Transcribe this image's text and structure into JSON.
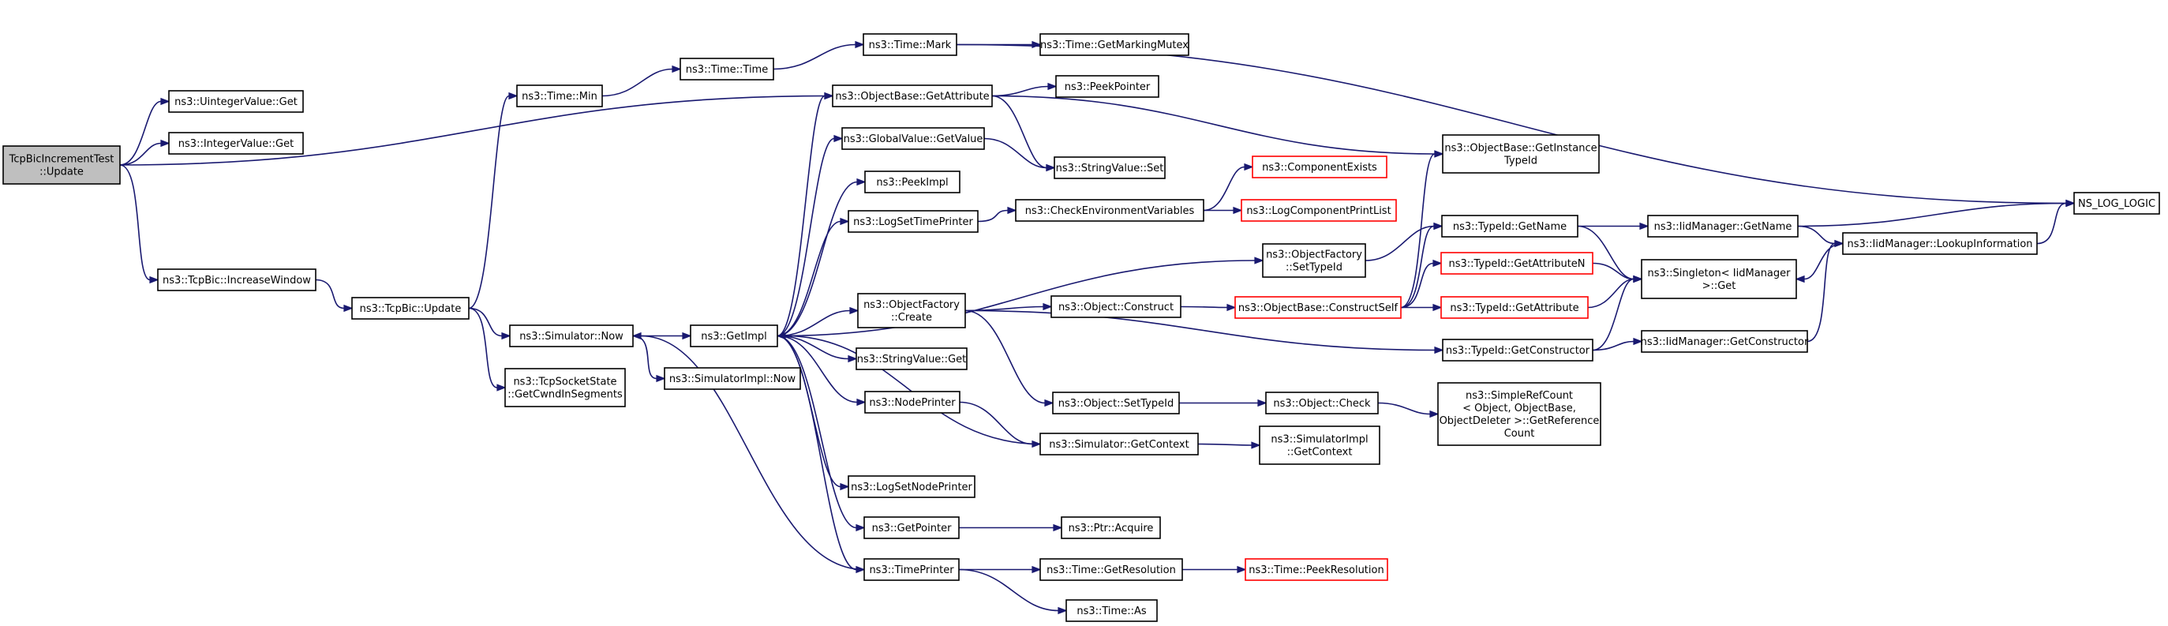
{
  "colors": {
    "edge": "#191970",
    "node_border": "#000000",
    "node_border_truncated": "#ff0000",
    "root_fill": "#bfbfbf",
    "node_fill": "#ffffff"
  },
  "nodes": [
    {
      "id": "root",
      "lines": [
        "TcpBicIncrementTest",
        "::Update"
      ],
      "style": "root"
    },
    {
      "id": "uintget",
      "lines": [
        "ns3::UintegerValue::Get"
      ]
    },
    {
      "id": "intget",
      "lines": [
        "ns3::IntegerValue::Get"
      ]
    },
    {
      "id": "incwin",
      "lines": [
        "ns3::TcpBic::IncreaseWindow"
      ]
    },
    {
      "id": "bicupd",
      "lines": [
        "ns3::TcpBic::Update"
      ]
    },
    {
      "id": "timemin",
      "lines": [
        "ns3::Time::Min"
      ]
    },
    {
      "id": "timetime",
      "lines": [
        "ns3::Time::Time"
      ]
    },
    {
      "id": "timemark",
      "lines": [
        "ns3::Time::Mark"
      ]
    },
    {
      "id": "getmarkmutex",
      "lines": [
        "ns3::Time::GetMarkingMutex"
      ]
    },
    {
      "id": "objgetattr",
      "lines": [
        "ns3::ObjectBase::GetAttribute"
      ]
    },
    {
      "id": "peekptr",
      "lines": [
        "ns3::PeekPointer"
      ]
    },
    {
      "id": "globalget",
      "lines": [
        "ns3::GlobalValue::GetValue"
      ]
    },
    {
      "id": "strset",
      "lines": [
        "ns3::StringValue::Set"
      ]
    },
    {
      "id": "peekimpl",
      "lines": [
        "ns3::PeekImpl"
      ]
    },
    {
      "id": "logsettp",
      "lines": [
        "ns3::LogSetTimePrinter"
      ]
    },
    {
      "id": "checkenv",
      "lines": [
        "ns3::CheckEnvironmentVariables"
      ]
    },
    {
      "id": "compexists",
      "lines": [
        "ns3::ComponentExists"
      ],
      "style": "truncated"
    },
    {
      "id": "logcomplist",
      "lines": [
        "ns3::LogComponentPrintList"
      ],
      "style": "truncated"
    },
    {
      "id": "objgetinst",
      "lines": [
        "ns3::ObjectBase::GetInstance",
        "TypeId"
      ]
    },
    {
      "id": "nslog",
      "lines": [
        "NS_LOG_LOGIC"
      ]
    },
    {
      "id": "simnow",
      "lines": [
        "ns3::Simulator::Now"
      ]
    },
    {
      "id": "getimpl",
      "lines": [
        "ns3::GetImpl"
      ]
    },
    {
      "id": "tcpstate",
      "lines": [
        "ns3::TcpSocketState",
        "::GetCwndInSegments"
      ]
    },
    {
      "id": "simimplnow",
      "lines": [
        "ns3::SimulatorImpl::Now"
      ]
    },
    {
      "id": "objfacsettid",
      "lines": [
        "ns3::ObjectFactory",
        "::SetTypeId"
      ]
    },
    {
      "id": "objfaccreate",
      "lines": [
        "ns3::ObjectFactory",
        "::Create"
      ]
    },
    {
      "id": "objconstruct",
      "lines": [
        "ns3::Object::Construct"
      ]
    },
    {
      "id": "constructself",
      "lines": [
        "ns3::ObjectBase::ConstructSelf"
      ],
      "style": "truncated"
    },
    {
      "id": "typeidname",
      "lines": [
        "ns3::TypeId::GetName"
      ]
    },
    {
      "id": "getattrn",
      "lines": [
        "ns3::TypeId::GetAttributeN"
      ],
      "style": "truncated"
    },
    {
      "id": "typeidattr",
      "lines": [
        "ns3::TypeId::GetAttribute"
      ],
      "style": "truncated"
    },
    {
      "id": "typeidctor",
      "lines": [
        "ns3::TypeId::GetConstructor"
      ]
    },
    {
      "id": "iidgetname",
      "lines": [
        "ns3::IidManager::GetName"
      ]
    },
    {
      "id": "iidlookup",
      "lines": [
        "ns3::IidManager::LookupInformation"
      ]
    },
    {
      "id": "singleton",
      "lines": [
        "ns3::Singleton< IidManager",
        " >::Get"
      ]
    },
    {
      "id": "iidctor",
      "lines": [
        "ns3::IidManager::GetConstructor"
      ]
    },
    {
      "id": "strget",
      "lines": [
        "ns3::StringValue::Get"
      ]
    },
    {
      "id": "objsettid",
      "lines": [
        "ns3::Object::SetTypeId"
      ]
    },
    {
      "id": "objcheck",
      "lines": [
        "ns3::Object::Check"
      ]
    },
    {
      "id": "simplerc",
      "lines": [
        "ns3::SimpleRefCount",
        "< Object, ObjectBase,",
        " ObjectDeleter >::GetReference",
        "Count"
      ]
    },
    {
      "id": "nodeprinter",
      "lines": [
        "ns3::NodePrinter"
      ]
    },
    {
      "id": "simgetctx",
      "lines": [
        "ns3::Simulator::GetContext"
      ]
    },
    {
      "id": "simimplctx",
      "lines": [
        "ns3::SimulatorImpl",
        "::GetContext"
      ]
    },
    {
      "id": "logsetnp",
      "lines": [
        "ns3::LogSetNodePrinter"
      ]
    },
    {
      "id": "getpointer",
      "lines": [
        "ns3::GetPointer"
      ]
    },
    {
      "id": "ptracquire",
      "lines": [
        "ns3::Ptr::Acquire"
      ]
    },
    {
      "id": "timeprinter",
      "lines": [
        "ns3::TimePrinter"
      ]
    },
    {
      "id": "timegetres",
      "lines": [
        "ns3::Time::GetResolution"
      ]
    },
    {
      "id": "timepeekres",
      "lines": [
        "ns3::Time::PeekResolution"
      ],
      "style": "truncated"
    },
    {
      "id": "timeas",
      "lines": [
        "ns3::Time::As"
      ]
    }
  ],
  "edges": [
    [
      "root",
      "uintget"
    ],
    [
      "root",
      "intget"
    ],
    [
      "root",
      "objgetattr"
    ],
    [
      "root",
      "incwin"
    ],
    [
      "incwin",
      "bicupd"
    ],
    [
      "bicupd",
      "timemin"
    ],
    [
      "bicupd",
      "simnow"
    ],
    [
      "bicupd",
      "tcpstate"
    ],
    [
      "timemin",
      "timetime"
    ],
    [
      "timetime",
      "timemark"
    ],
    [
      "timemark",
      "getmarkmutex"
    ],
    [
      "timemark",
      "nslog"
    ],
    [
      "objgetattr",
      "peekptr"
    ],
    [
      "objgetattr",
      "strset"
    ],
    [
      "objgetattr",
      "objgetinst"
    ],
    [
      "simnow",
      "getimpl"
    ],
    [
      "simnow",
      "simimplnow"
    ],
    [
      "getimpl",
      "objgetattr"
    ],
    [
      "getimpl",
      "globalget"
    ],
    [
      "getimpl",
      "peekimpl"
    ],
    [
      "getimpl",
      "logsettp"
    ],
    [
      "getimpl",
      "objfacsettid"
    ],
    [
      "getimpl",
      "objfaccreate"
    ],
    [
      "getimpl",
      "strget"
    ],
    [
      "getimpl",
      "nodeprinter"
    ],
    [
      "getimpl",
      "logsetnp"
    ],
    [
      "getimpl",
      "getpointer"
    ],
    [
      "getimpl",
      "timeprinter"
    ],
    [
      "globalget",
      "strset"
    ],
    [
      "logsettp",
      "checkenv"
    ],
    [
      "checkenv",
      "compexists"
    ],
    [
      "checkenv",
      "logcomplist"
    ],
    [
      "objfacsettid",
      "typeidname"
    ],
    [
      "objfaccreate",
      "objconstruct"
    ],
    [
      "objfaccreate",
      "objsettid"
    ],
    [
      "objfaccreate",
      "typeidctor"
    ],
    [
      "objconstruct",
      "constructself"
    ],
    [
      "constructself",
      "objgetinst"
    ],
    [
      "constructself",
      "typeidname"
    ],
    [
      "constructself",
      "getattrn"
    ],
    [
      "constructself",
      "typeidattr"
    ],
    [
      "typeidname",
      "iidgetname"
    ],
    [
      "typeidname",
      "singleton"
    ],
    [
      "iidgetname",
      "iidlookup"
    ],
    [
      "iidgetname",
      "nslog"
    ],
    [
      "iidlookup",
      "nslog"
    ],
    [
      "iidlookup",
      "singleton"
    ],
    [
      "getattrn",
      "singleton"
    ],
    [
      "typeidattr",
      "singleton"
    ],
    [
      "typeidctor",
      "iidctor"
    ],
    [
      "typeidctor",
      "singleton"
    ],
    [
      "iidctor",
      "iidlookup"
    ],
    [
      "objsettid",
      "objcheck"
    ],
    [
      "objcheck",
      "simplerc"
    ],
    [
      "nodeprinter",
      "simgetctx"
    ],
    [
      "simgetctx",
      "getimpl"
    ],
    [
      "simgetctx",
      "simimplctx"
    ],
    [
      "getpointer",
      "ptracquire"
    ],
    [
      "timeprinter",
      "simnow"
    ],
    [
      "timeprinter",
      "timegetres"
    ],
    [
      "timeprinter",
      "timeas"
    ],
    [
      "timegetres",
      "timepeekres"
    ]
  ]
}
